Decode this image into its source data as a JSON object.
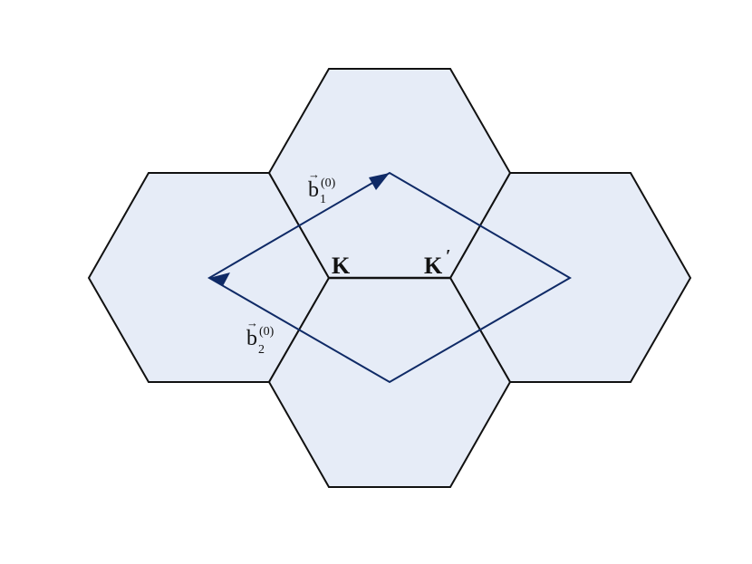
{
  "diagram": {
    "colors": {
      "hex_fill": "#e6ecf7",
      "hex_stroke": "#111111",
      "vector": "#0f2a66"
    },
    "points": {
      "k_label": "K",
      "k_prime_label": "K",
      "prime_mark": "′"
    },
    "vectors": {
      "b1": {
        "letter": "b",
        "subscript": "1",
        "superscript": "(0)",
        "arrow_glyph": "→"
      },
      "b2": {
        "letter": "b",
        "subscript": "2",
        "superscript": "(0)",
        "arrow_glyph": "→"
      }
    },
    "shapes": [
      "hexagon-left",
      "hexagon-top",
      "hexagon-right",
      "hexagon-bottom",
      "reciprocal-rhombus"
    ]
  }
}
